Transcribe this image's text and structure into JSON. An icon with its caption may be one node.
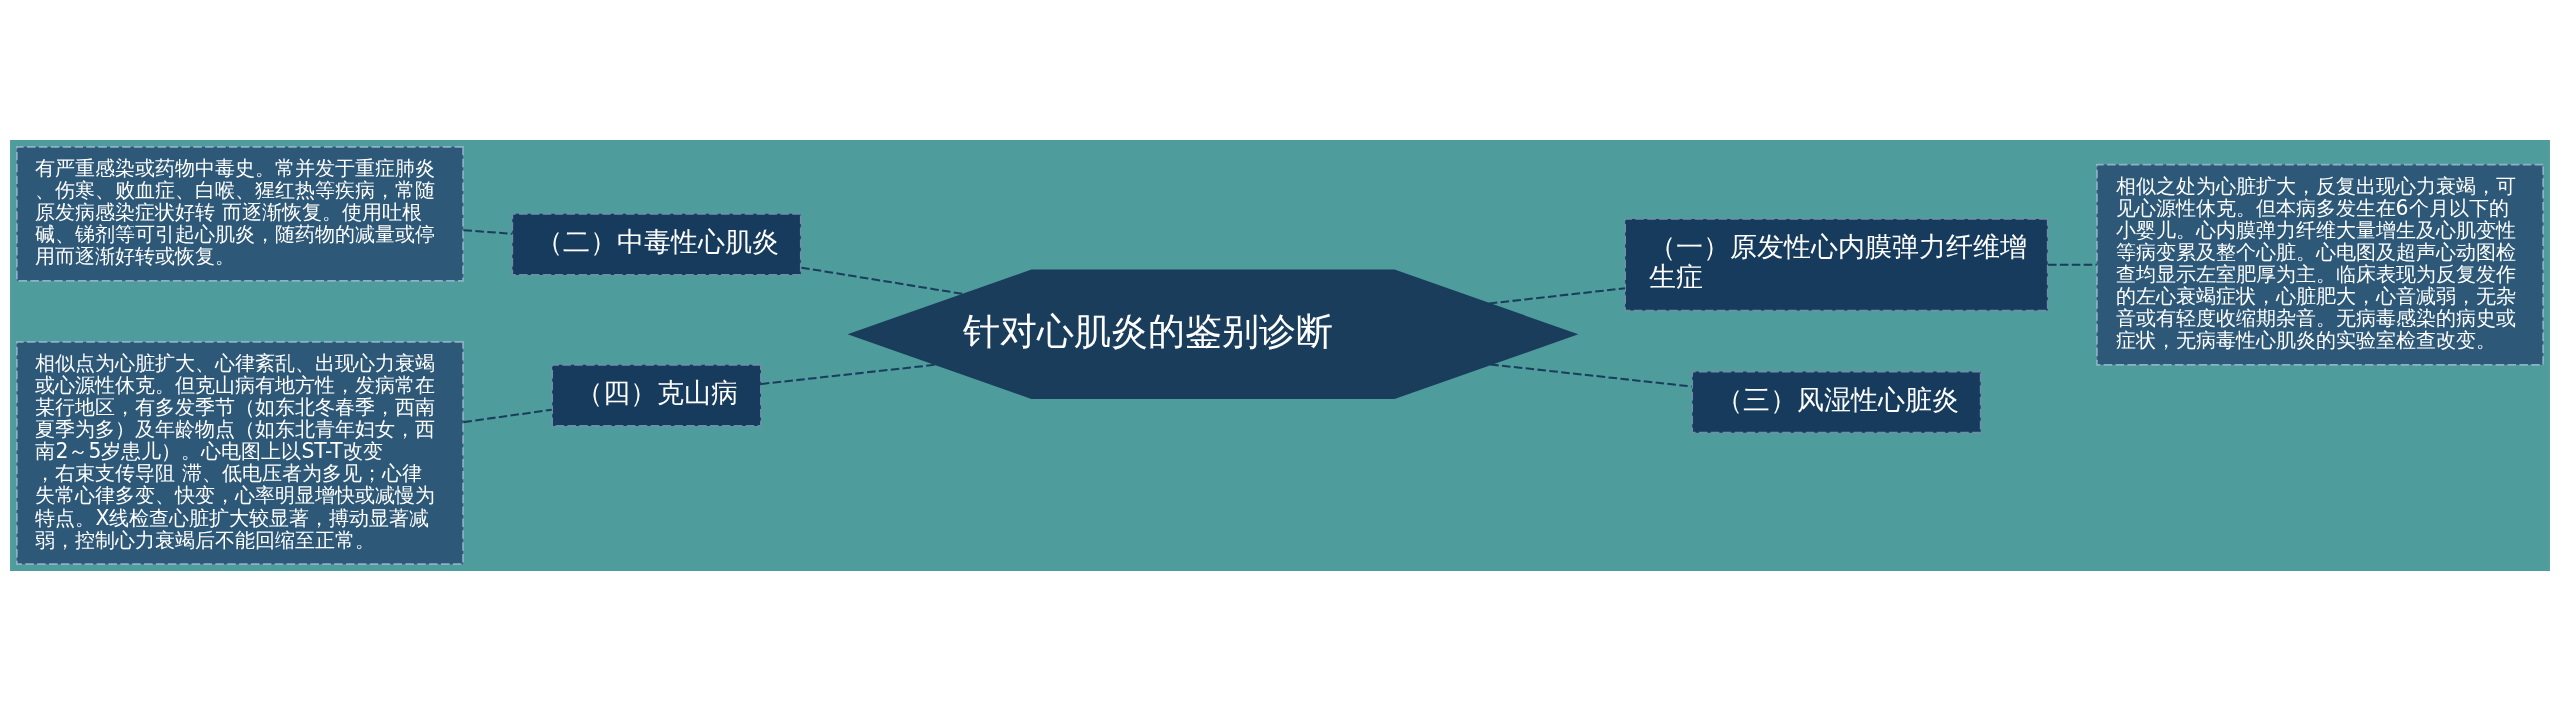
{
  "diagram": {
    "nodes": [
      {
        "text": [
          "针对心肌炎的鉴别诊断"
        ]
      },
      {
        "text": [
          "（二）中毒性心肌炎"
        ]
      },
      {
        "text": [
          "有严重感染或药物中毒史。常并发于重症肺炎、伤寒、败血症、白喉、猩红热等疾病，常随原发病感染症状好转 而逐渐恢复。使用吐根碱、锑剂等可引起心肌炎，随药物的减量或停用而逐渐好转或恢复。"
        ]
      },
      {
        "text": [
          "（四）克山病"
        ]
      },
      {
        "text": [
          "相似点为心脏扩大、心律紊乱、出现心力衰竭或心源性休克。但克山病有地方性，发病常在某行地区，有多发季节（如东北冬春季，西南夏季为多）及年龄物点（如东北青年妇女，西南2～5岁患儿）。心电图上以ST-T改变，右束支传导阻 滞、低电压者为多见；心律失常心律多变、快变，心率明显增快或减慢为特点。X线检查心脏扩大较显著，搏动显著减弱，控制心力衰竭后不能回缩至正常。"
        ]
      },
      {
        "text": [
          "（一）原发性心内膜弹力纤维增生症"
        ]
      },
      {
        "text": [
          "相似之处为心脏扩大，反复出现心力衰竭，可见心源性休克。但本病多发生在6个月以下的小婴儿。心内膜弹力纤维大量增生及心肌变性等病变累及整个心脏。心电图及超声心动图检查均显示左室肥厚为主。临床表现为反复发作的左心衰竭症状，心脏肥大，心音减弱，无杂音或有轻度收缩期杂音。无病毒感染的病史或症状，无病毒性心肌炎的实验室检查改变。"
        ]
      },
      {
        "text": [
          "（三）风湿性心脏炎"
        ]
      }
    ],
    "edges": [
      {
        "from": 2,
        "to": 1,
        "arrow": "none",
        "style": "dashed"
      },
      {
        "from": 1,
        "to": 0,
        "arrow": "none",
        "style": "dashed"
      },
      {
        "from": 4,
        "to": 3,
        "arrow": "none",
        "style": "dashed"
      },
      {
        "from": 3,
        "to": 0,
        "arrow": "none",
        "style": "dashed"
      },
      {
        "from": 0,
        "to": 5,
        "arrow": "none",
        "style": "dashed"
      },
      {
        "from": 5,
        "to": 6,
        "arrow": "none",
        "style": "dashed"
      },
      {
        "from": 0,
        "to": 7,
        "arrow": "none",
        "style": "dashed"
      }
    ]
  }
}
